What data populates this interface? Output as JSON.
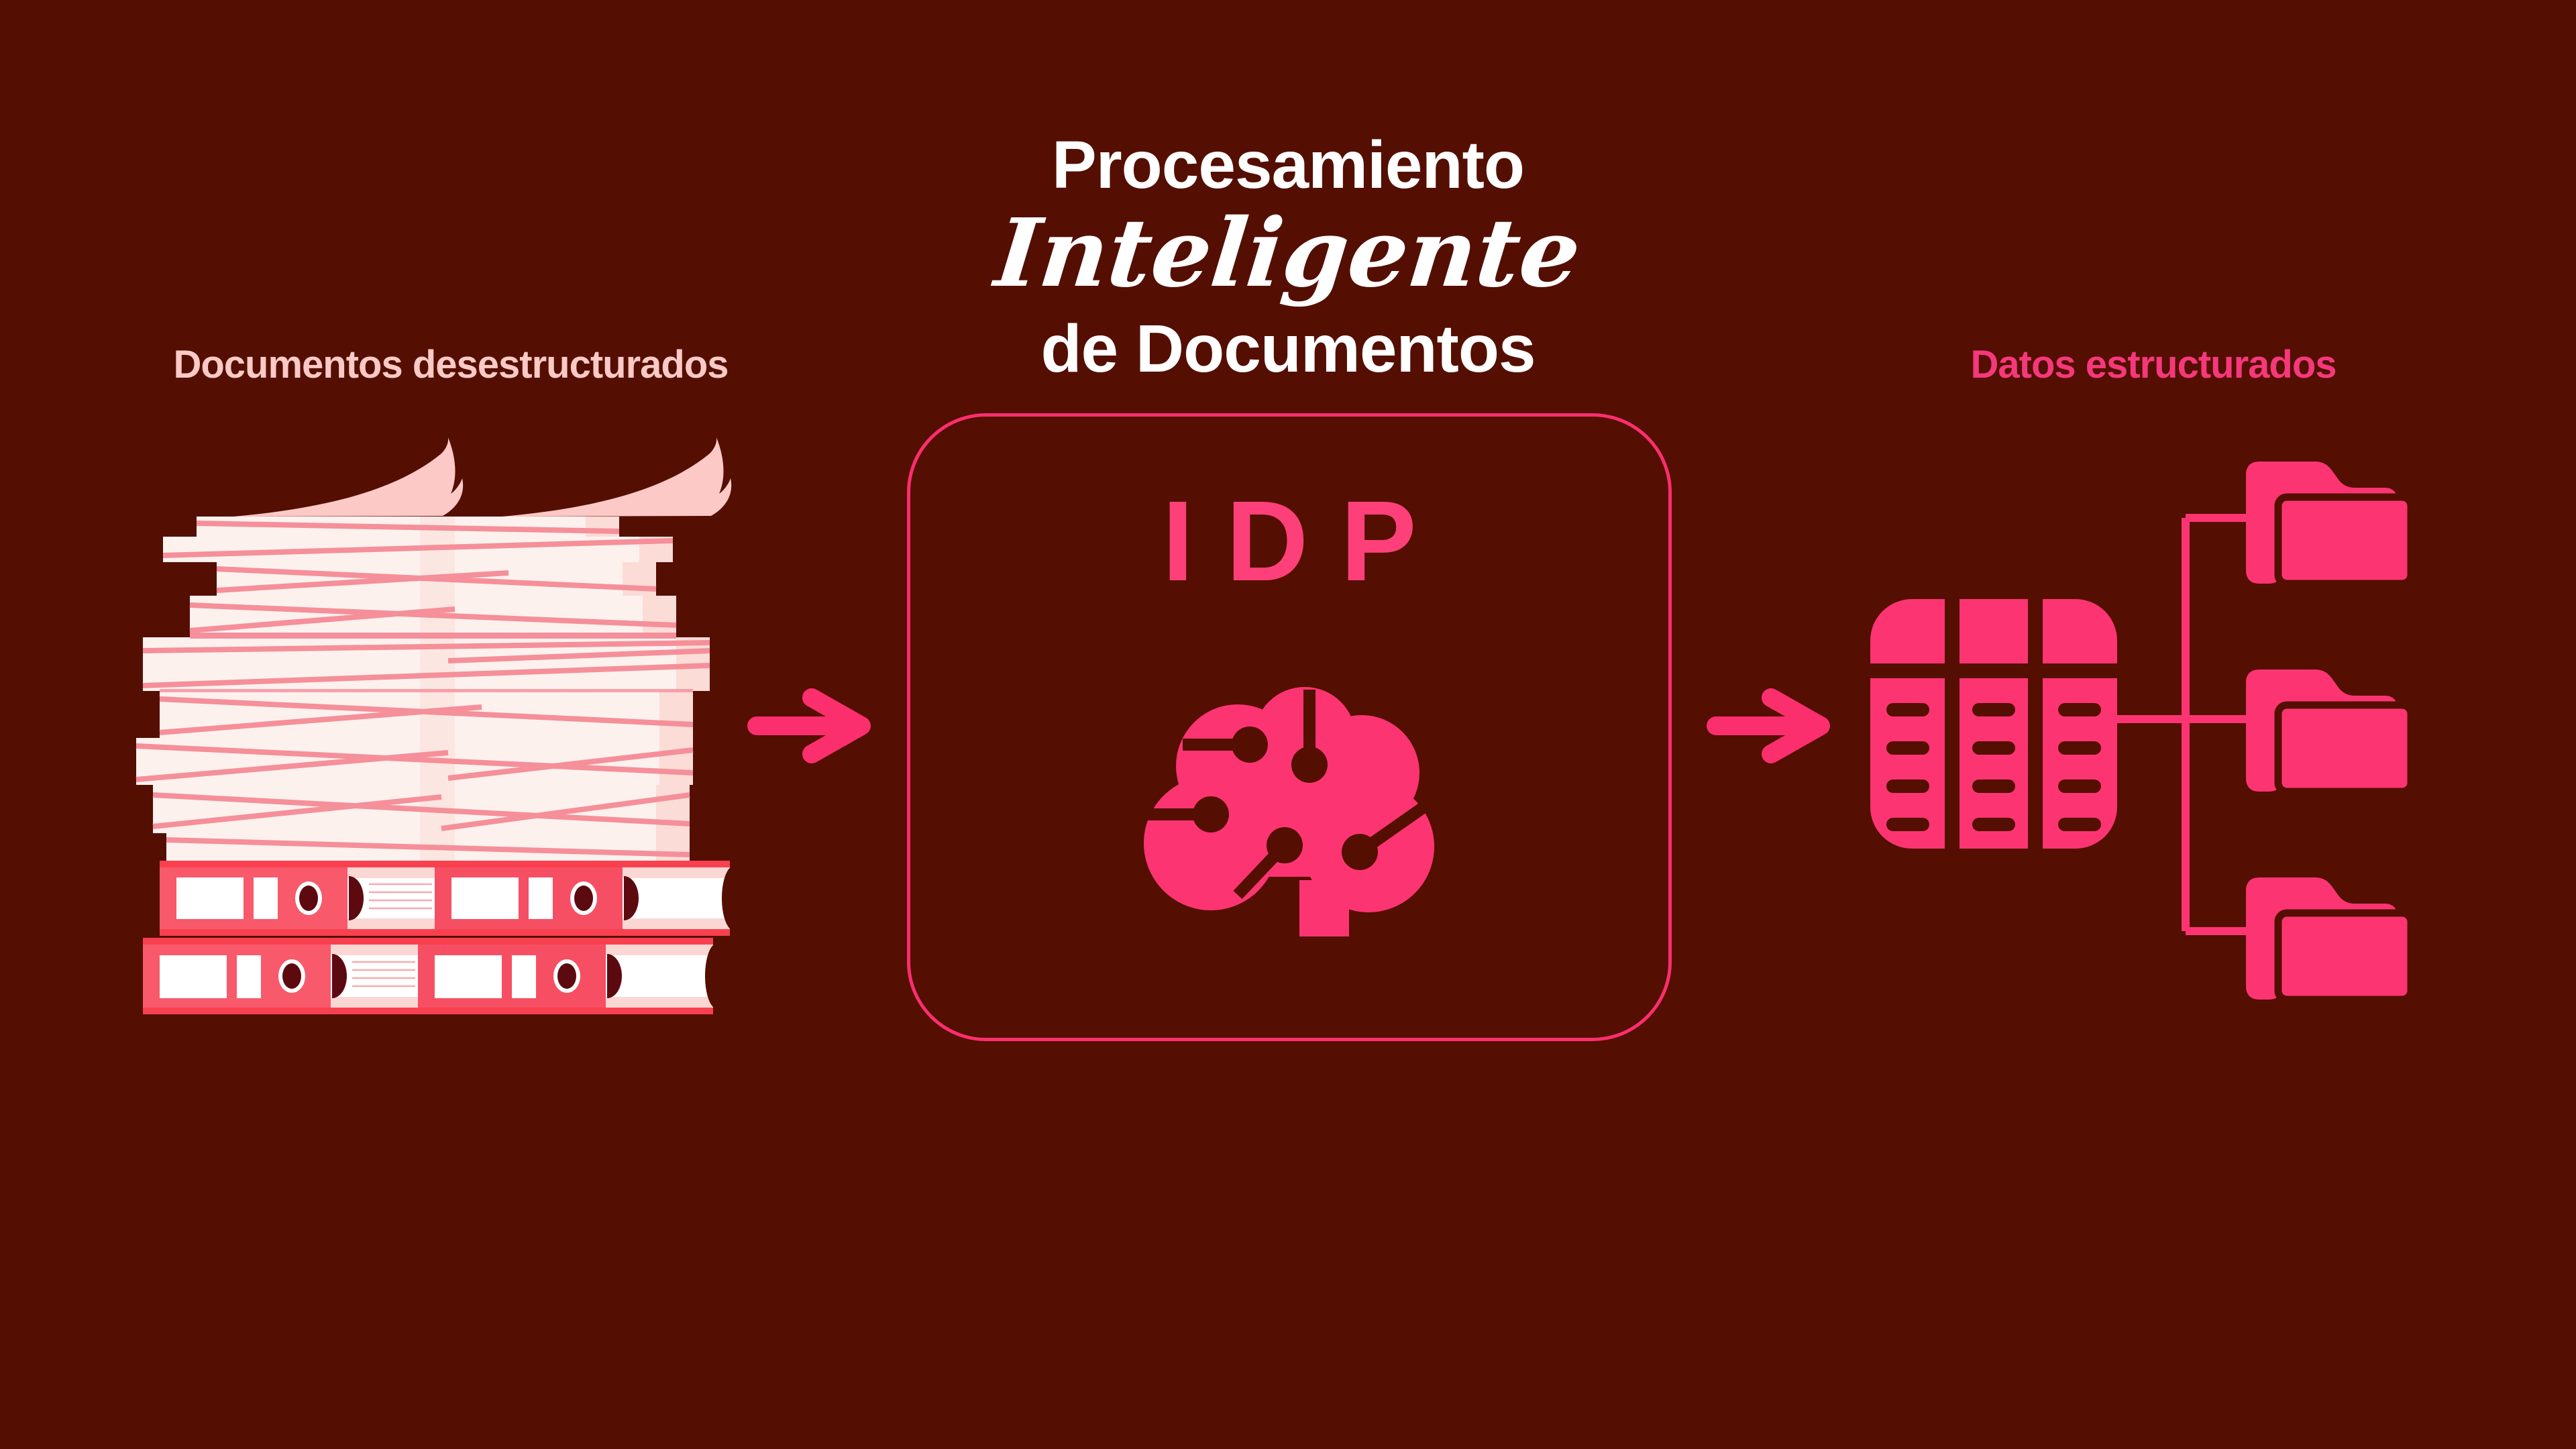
{
  "title": {
    "line1": "Procesamiento",
    "line2": "Inteligente",
    "line3": "de Documentos"
  },
  "flow": {
    "input": {
      "label": "Documentos desestructurados",
      "icon": "document-stack-icon"
    },
    "process": {
      "acronym": "IDP",
      "icon": "ai-brain-icon",
      "container": "rounded-outline-box"
    },
    "output": {
      "label": "Datos estructurados",
      "icons": [
        "database-table-icon",
        "folder-icon",
        "folder-icon",
        "folder-icon"
      ]
    },
    "connectors": [
      "arrow-right-icon",
      "arrow-right-icon",
      "tree-branch-lines"
    ]
  },
  "colors": {
    "background": "#540F02",
    "accent_shapes": "#FC3472",
    "accent_border": "#FB2E6E",
    "accent_idp_text": "#FD4079",
    "label_left_pink": "#FBC9C6",
    "label_right_pink": "#F5387B",
    "title_white": "#FFFFFF",
    "paper": "#FDF1EE",
    "paper_stripe": "#F58F99",
    "binder_red": "#F9404F",
    "binder_coral": "#F8596B",
    "binder_hole_dark": "#5C0A10"
  }
}
